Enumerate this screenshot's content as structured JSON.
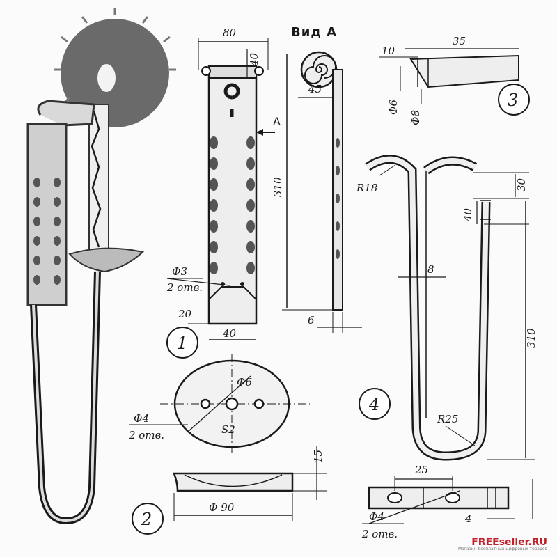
{
  "view_label": "Вид А",
  "arrow_label": "А",
  "part_numbers": [
    "1",
    "2",
    "3",
    "4"
  ],
  "part1": {
    "width_top": "80",
    "height_top": "40",
    "hole_dia": "Ф3",
    "hole_count": "2 отв.",
    "bottom_offset": "20",
    "width_bottom": "40"
  },
  "viewA": {
    "length": "310",
    "coil_width": "45",
    "thickness": "6"
  },
  "part3": {
    "length": "35",
    "step": "10",
    "dia_small": "Ф6",
    "dia_large": "Ф8"
  },
  "part4": {
    "radius_top": "R18",
    "top_height": "30",
    "slot_height": "40",
    "rod_dia": "8",
    "length": "310",
    "radius_bottom": "R25"
  },
  "part2": {
    "hole_big": "Ф6",
    "hole_small": "Ф4",
    "hole_count": "2 отв.",
    "thickness": "S2",
    "depth": "15",
    "diameter": "Ф 90"
  },
  "part5": {
    "spacing": "25",
    "hole_dia": "Ф4",
    "hole_count": "2 отв.",
    "thickness": "4"
  },
  "watermark": {
    "brand": "FREEseller.RU",
    "tagline": "Магазин бесплатных цифровых товаров"
  }
}
